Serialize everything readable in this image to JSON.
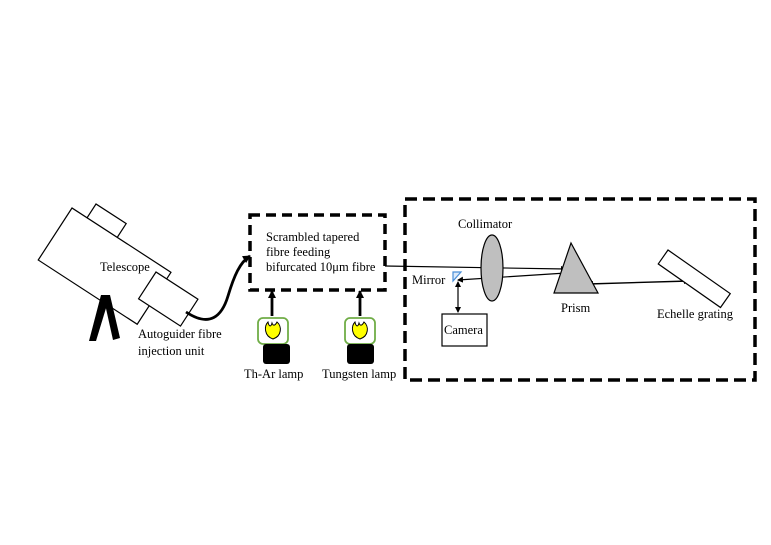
{
  "labels": {
    "telescope": "Telescope",
    "autoguider_line1": "Autoguider fibre",
    "autoguider_line2": "injection unit",
    "fibre_line1": "Scrambled tapered",
    "fibre_line2": "fibre feeding",
    "fibre_line3": "bifurcated 10μm fibre",
    "thar_lamp": "Th-Ar lamp",
    "tungsten_lamp": "Tungsten lamp",
    "collimator": "Collimator",
    "mirror": "Mirror",
    "camera": "Camera",
    "prism": "Prism",
    "echelle": "Echelle grating"
  },
  "colors": {
    "line": "#000000",
    "optic_fill": "#bfbfbf",
    "flame_yellow": "#ffff00",
    "flame_glow": "#9bd27a",
    "mirror_blue": "#4a8fd8"
  }
}
